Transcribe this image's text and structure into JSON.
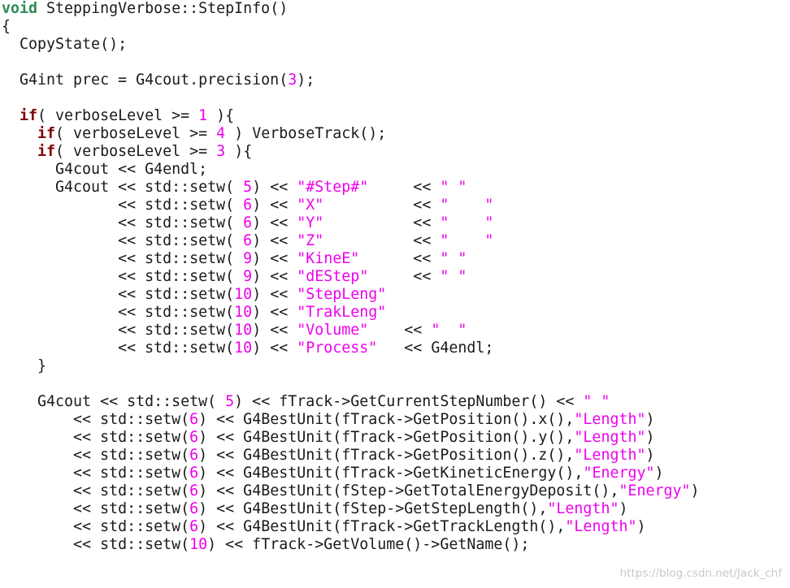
{
  "code_lines": [
    [
      {
        "t": "void",
        "c": "ty"
      },
      {
        "t": " SteppingVerbose::StepInfo()",
        "c": "pl"
      }
    ],
    [
      {
        "t": "{",
        "c": "pl"
      }
    ],
    [
      {
        "t": "  CopyState();",
        "c": "pl"
      }
    ],
    [],
    [
      {
        "t": "  G4int prec = G4cout.precision(",
        "c": "pl"
      },
      {
        "t": "3",
        "c": "num"
      },
      {
        "t": ");",
        "c": "pl"
      }
    ],
    [],
    [
      {
        "t": "  ",
        "c": "pl"
      },
      {
        "t": "if",
        "c": "kw"
      },
      {
        "t": "( verboseLevel >= ",
        "c": "pl"
      },
      {
        "t": "1",
        "c": "num"
      },
      {
        "t": " ){",
        "c": "pl"
      }
    ],
    [
      {
        "t": "    ",
        "c": "pl"
      },
      {
        "t": "if",
        "c": "kw"
      },
      {
        "t": "( verboseLevel >= ",
        "c": "pl"
      },
      {
        "t": "4",
        "c": "num"
      },
      {
        "t": " ) VerboseTrack();",
        "c": "pl"
      }
    ],
    [
      {
        "t": "    ",
        "c": "pl"
      },
      {
        "t": "if",
        "c": "kw"
      },
      {
        "t": "( verboseLevel >= ",
        "c": "pl"
      },
      {
        "t": "3",
        "c": "num"
      },
      {
        "t": " ){",
        "c": "pl"
      }
    ],
    [
      {
        "t": "      G4cout << G4endl;",
        "c": "pl"
      }
    ],
    [
      {
        "t": "      G4cout << std::setw( ",
        "c": "pl"
      },
      {
        "t": "5",
        "c": "num"
      },
      {
        "t": ") << ",
        "c": "pl"
      },
      {
        "t": "\"#Step#\"",
        "c": "str"
      },
      {
        "t": "     << ",
        "c": "pl"
      },
      {
        "t": "\" \"",
        "c": "str"
      }
    ],
    [
      {
        "t": "             << std::setw( ",
        "c": "pl"
      },
      {
        "t": "6",
        "c": "num"
      },
      {
        "t": ") << ",
        "c": "pl"
      },
      {
        "t": "\"X\"",
        "c": "str"
      },
      {
        "t": "          << ",
        "c": "pl"
      },
      {
        "t": "\"    \"",
        "c": "str"
      }
    ],
    [
      {
        "t": "             << std::setw( ",
        "c": "pl"
      },
      {
        "t": "6",
        "c": "num"
      },
      {
        "t": ") << ",
        "c": "pl"
      },
      {
        "t": "\"Y\"",
        "c": "str"
      },
      {
        "t": "          << ",
        "c": "pl"
      },
      {
        "t": "\"    \"",
        "c": "str"
      }
    ],
    [
      {
        "t": "             << std::setw( ",
        "c": "pl"
      },
      {
        "t": "6",
        "c": "num"
      },
      {
        "t": ") << ",
        "c": "pl"
      },
      {
        "t": "\"Z\"",
        "c": "str"
      },
      {
        "t": "          << ",
        "c": "pl"
      },
      {
        "t": "\"    \"",
        "c": "str"
      }
    ],
    [
      {
        "t": "             << std::setw( ",
        "c": "pl"
      },
      {
        "t": "9",
        "c": "num"
      },
      {
        "t": ") << ",
        "c": "pl"
      },
      {
        "t": "\"KineE\"",
        "c": "str"
      },
      {
        "t": "      << ",
        "c": "pl"
      },
      {
        "t": "\" \"",
        "c": "str"
      }
    ],
    [
      {
        "t": "             << std::setw( ",
        "c": "pl"
      },
      {
        "t": "9",
        "c": "num"
      },
      {
        "t": ") << ",
        "c": "pl"
      },
      {
        "t": "\"dEStep\"",
        "c": "str"
      },
      {
        "t": "     << ",
        "c": "pl"
      },
      {
        "t": "\" \"",
        "c": "str"
      }
    ],
    [
      {
        "t": "             << std::setw(",
        "c": "pl"
      },
      {
        "t": "10",
        "c": "num"
      },
      {
        "t": ") << ",
        "c": "pl"
      },
      {
        "t": "\"StepLeng\"",
        "c": "str"
      }
    ],
    [
      {
        "t": "             << std::setw(",
        "c": "pl"
      },
      {
        "t": "10",
        "c": "num"
      },
      {
        "t": ") << ",
        "c": "pl"
      },
      {
        "t": "\"TrakLeng\"",
        "c": "str"
      }
    ],
    [
      {
        "t": "             << std::setw(",
        "c": "pl"
      },
      {
        "t": "10",
        "c": "num"
      },
      {
        "t": ") << ",
        "c": "pl"
      },
      {
        "t": "\"Volume\"",
        "c": "str"
      },
      {
        "t": "    << ",
        "c": "pl"
      },
      {
        "t": "\"  \"",
        "c": "str"
      }
    ],
    [
      {
        "t": "             << std::setw(",
        "c": "pl"
      },
      {
        "t": "10",
        "c": "num"
      },
      {
        "t": ") << ",
        "c": "pl"
      },
      {
        "t": "\"Process\"",
        "c": "str"
      },
      {
        "t": "   << G4endl;",
        "c": "pl"
      }
    ],
    [
      {
        "t": "    }",
        "c": "pl"
      }
    ],
    [],
    [
      {
        "t": "    G4cout << std::setw( ",
        "c": "pl"
      },
      {
        "t": "5",
        "c": "num"
      },
      {
        "t": ") << fTrack->GetCurrentStepNumber() << ",
        "c": "pl"
      },
      {
        "t": "\" \"",
        "c": "str"
      }
    ],
    [
      {
        "t": "        << std::setw(",
        "c": "pl"
      },
      {
        "t": "6",
        "c": "num"
      },
      {
        "t": ") << G4BestUnit(fTrack->GetPosition().x(),",
        "c": "pl"
      },
      {
        "t": "\"Length\"",
        "c": "str"
      },
      {
        "t": ")",
        "c": "pl"
      }
    ],
    [
      {
        "t": "        << std::setw(",
        "c": "pl"
      },
      {
        "t": "6",
        "c": "num"
      },
      {
        "t": ") << G4BestUnit(fTrack->GetPosition().y(),",
        "c": "pl"
      },
      {
        "t": "\"Length\"",
        "c": "str"
      },
      {
        "t": ")",
        "c": "pl"
      }
    ],
    [
      {
        "t": "        << std::setw(",
        "c": "pl"
      },
      {
        "t": "6",
        "c": "num"
      },
      {
        "t": ") << G4BestUnit(fTrack->GetPosition().z(),",
        "c": "pl"
      },
      {
        "t": "\"Length\"",
        "c": "str"
      },
      {
        "t": ")",
        "c": "pl"
      }
    ],
    [
      {
        "t": "        << std::setw(",
        "c": "pl"
      },
      {
        "t": "6",
        "c": "num"
      },
      {
        "t": ") << G4BestUnit(fTrack->GetKineticEnergy(),",
        "c": "pl"
      },
      {
        "t": "\"Energy\"",
        "c": "str"
      },
      {
        "t": ")",
        "c": "pl"
      }
    ],
    [
      {
        "t": "        << std::setw(",
        "c": "pl"
      },
      {
        "t": "6",
        "c": "num"
      },
      {
        "t": ") << G4BestUnit(fStep->GetTotalEnergyDeposit(),",
        "c": "pl"
      },
      {
        "t": "\"Energy\"",
        "c": "str"
      },
      {
        "t": ")",
        "c": "pl"
      }
    ],
    [
      {
        "t": "        << std::setw(",
        "c": "pl"
      },
      {
        "t": "6",
        "c": "num"
      },
      {
        "t": ") << G4BestUnit(fStep->GetStepLength(),",
        "c": "pl"
      },
      {
        "t": "\"Length\"",
        "c": "str"
      },
      {
        "t": ")",
        "c": "pl"
      }
    ],
    [
      {
        "t": "        << std::setw(",
        "c": "pl"
      },
      {
        "t": "6",
        "c": "num"
      },
      {
        "t": ") << G4BestUnit(fTrack->GetTrackLength(),",
        "c": "pl"
      },
      {
        "t": "\"Length\"",
        "c": "str"
      },
      {
        "t": ")",
        "c": "pl"
      }
    ],
    [
      {
        "t": "        << std::setw(",
        "c": "pl"
      },
      {
        "t": "10",
        "c": "num"
      },
      {
        "t": ") << fTrack->GetVolume()->GetName();",
        "c": "pl"
      }
    ]
  ],
  "watermark": "https://blog.csdn.net/Jack_chf",
  "colors": {
    "keyword": "#800000",
    "type": "#2e8b57",
    "number": "#ee00ee",
    "string": "#ee00ee",
    "plain": "#1a1a1a",
    "background": "#ffffff"
  }
}
